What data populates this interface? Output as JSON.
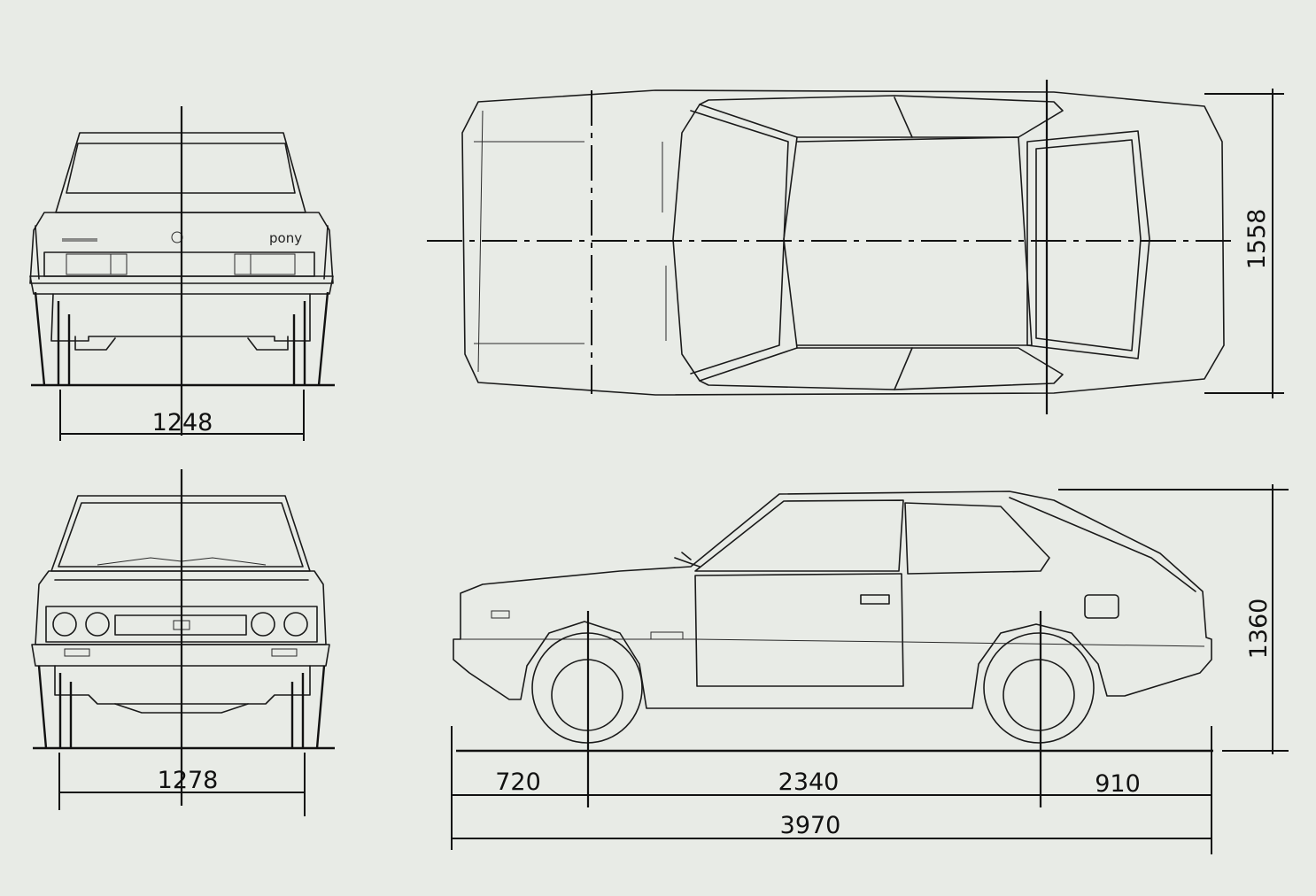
{
  "dimensions": {
    "rear_track": "1248",
    "front_track": "1278",
    "width": "1558",
    "height": "1360",
    "front_overhang": "720",
    "wheelbase": "2340",
    "rear_overhang": "910",
    "length": "3970"
  },
  "badges": {
    "model": "pony"
  },
  "colors": {
    "paper": "#e8ebe6",
    "ink": "#1a1a1a"
  }
}
